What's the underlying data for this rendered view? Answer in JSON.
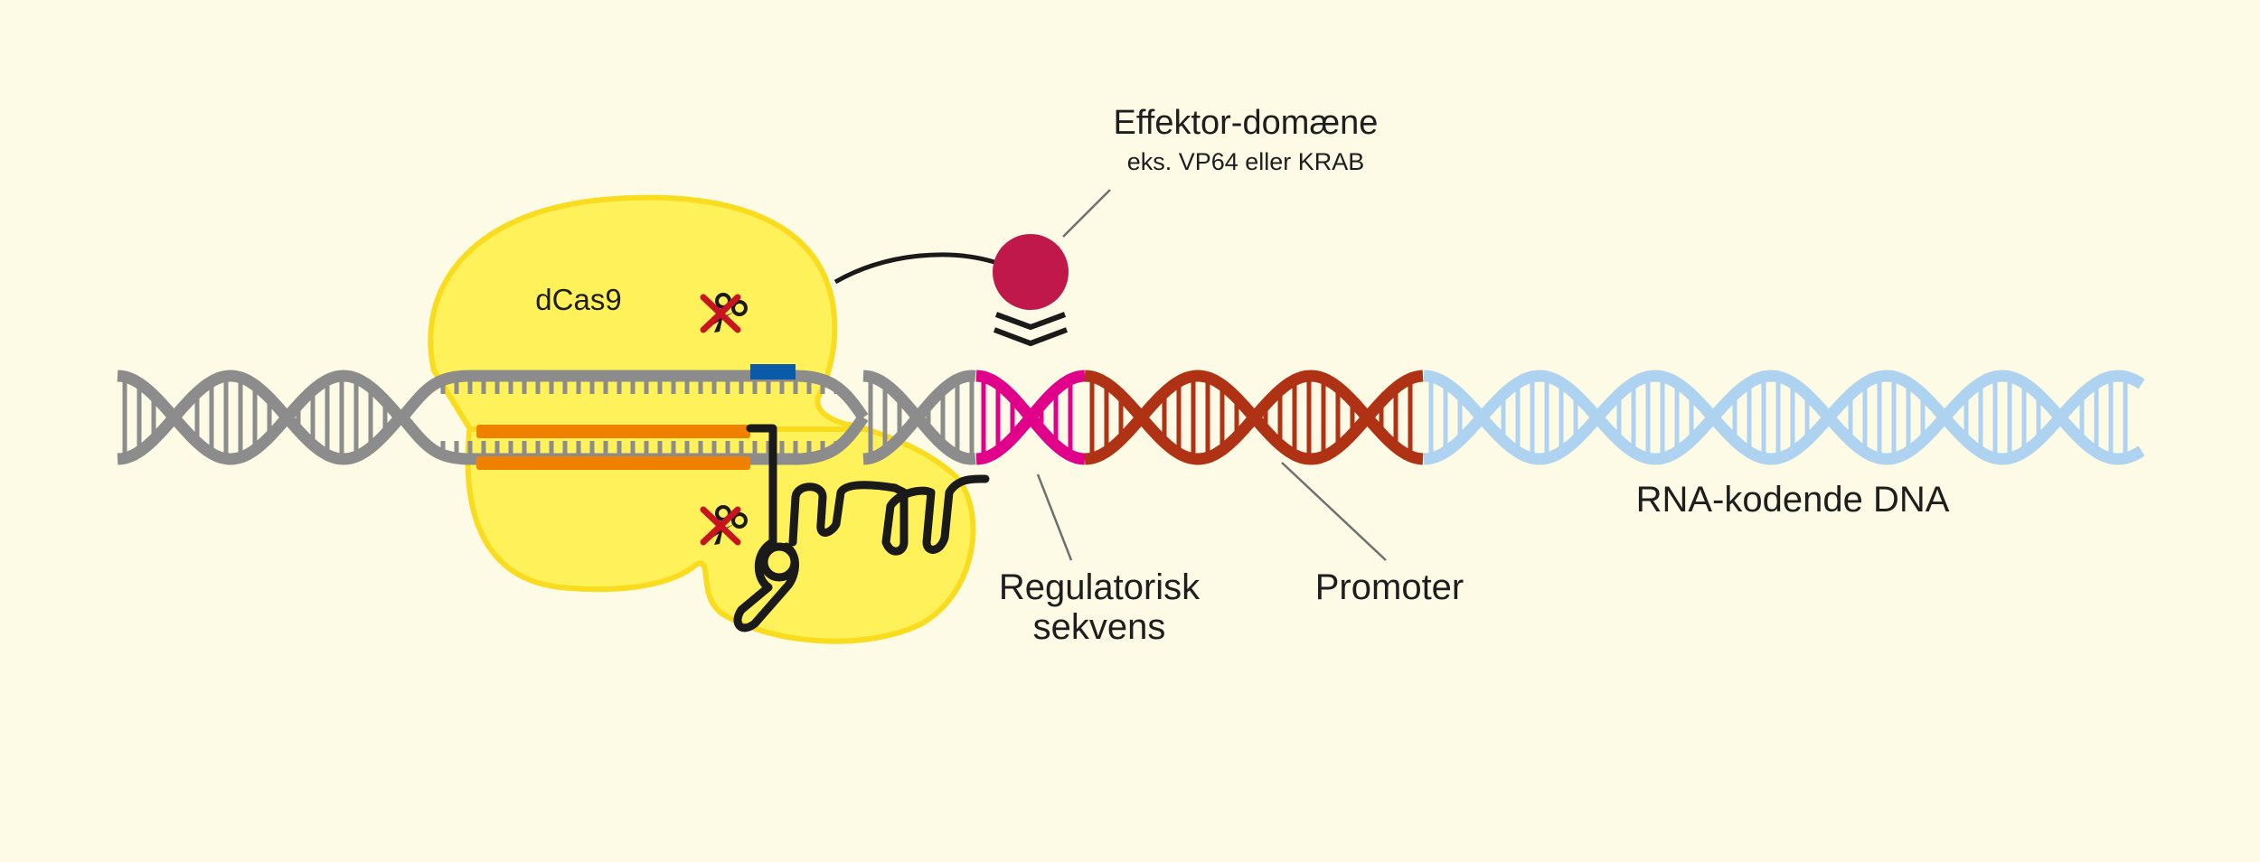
{
  "diagram": {
    "title": "dCas9-effektor bundet til DNA",
    "labels": {
      "effector_title": "Effektor-domæne",
      "effector_subtitle": "eks. VP64 eller KRAB",
      "dcas9": "dCas9",
      "regulatory_line1": "Regulatorisk",
      "regulatory_line2": "sekvens",
      "promoter": "Promoter",
      "rna_coding": "RNA-kodende DNA"
    },
    "colors": {
      "background": "#fdfbe6",
      "dcas9_fill": "#fff15a",
      "dcas9_outline": "#fadc1e",
      "dna_gray": "#8c8c8c",
      "regulatory_pink": "#e0008a",
      "promoter_red": "#b03214",
      "rna_coding_blue": "#aed3f0",
      "guide_rna_orange": "#f08000",
      "pam_blue": "#0a5aa8",
      "effector_crimson": "#c0184a",
      "cross_red": "#c8141e",
      "line_black": "#1a1a1a",
      "leader_gray": "#707070"
    },
    "segments": [
      {
        "name": "upstream-dna",
        "color_key": "dna_gray"
      },
      {
        "name": "regulatory-sequence",
        "color_key": "regulatory_pink"
      },
      {
        "name": "promoter",
        "color_key": "promoter_red"
      },
      {
        "name": "rna-coding-dna",
        "color_key": "rna_coding_blue"
      }
    ],
    "icons": {
      "disabled_scissors_top": "scissors-crossed-icon",
      "disabled_scissors_bottom": "scissors-crossed-icon",
      "binding_chevrons": "double-chevron-down-icon"
    }
  }
}
